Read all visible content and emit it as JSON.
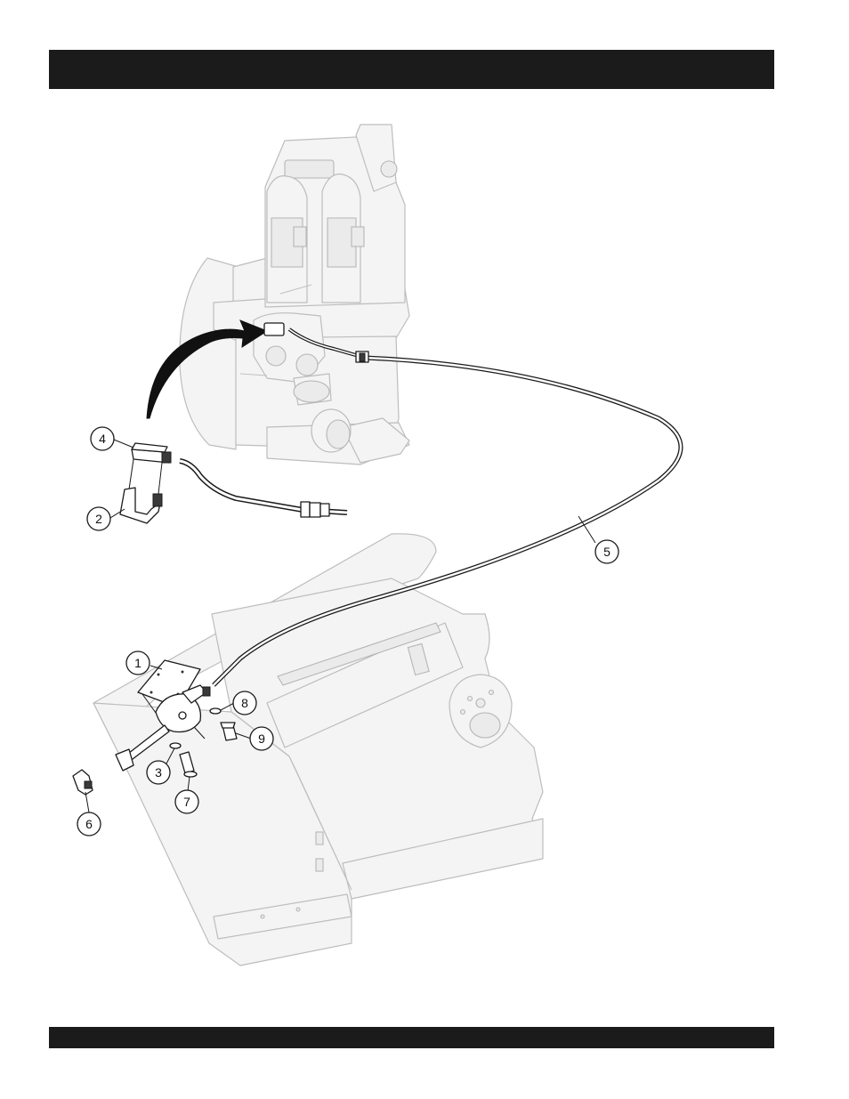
{
  "header_bar": {
    "color": "#1b1b1b"
  },
  "footer_bar": {
    "color": "#1b1b1b"
  },
  "callouts": [
    {
      "id": "c1",
      "label": "1"
    },
    {
      "id": "c2",
      "label": "2"
    },
    {
      "id": "c3",
      "label": "3"
    },
    {
      "id": "c4",
      "label": "4"
    },
    {
      "id": "c5",
      "label": "5"
    },
    {
      "id": "c6",
      "label": "6"
    },
    {
      "id": "c7",
      "label": "7"
    },
    {
      "id": "c8",
      "label": "8"
    },
    {
      "id": "c9",
      "label": "9"
    }
  ]
}
